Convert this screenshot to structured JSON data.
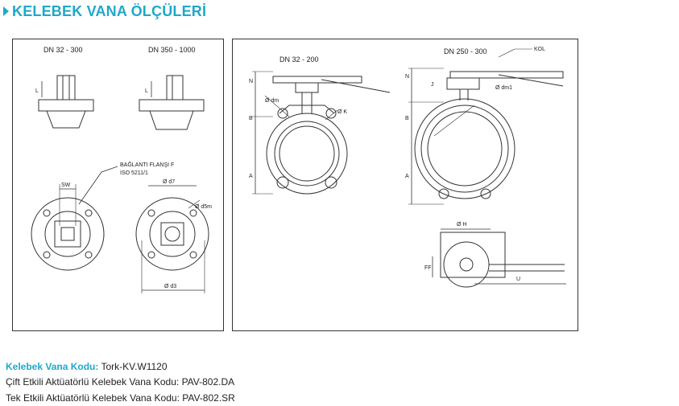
{
  "title": "KELEBEK VANA ÖLÇÜLERİ",
  "colors": {
    "accent": "#1fa8c9",
    "line": "#333333"
  },
  "left_panel": {
    "dn_small": "DN 32 - 300",
    "dn_large": "DN 350 - 1000",
    "dim_l": "L",
    "flange_label": "BAĞLANTI FLANŞI F",
    "flange_std": "ISO 5211/1",
    "sw": "SW",
    "d7": "Ø d7",
    "d5": "Ø d5m",
    "d3": "Ø d3"
  },
  "right_panel": {
    "dn_small": "DN 32 - 200",
    "dn_large": "DN 250 - 300",
    "kol": "KOL",
    "n": "N",
    "j": "J",
    "b": "B",
    "a": "A",
    "dm": "Ø dm",
    "dm1": "Ø dm1",
    "k": "Ø K",
    "h": "Ø H",
    "ff": "FF",
    "u": "U"
  },
  "codes": [
    {
      "key": "Kelebek Vana Kodu:",
      "value": " Tork-KV.W1120"
    },
    {
      "key": "Çift Etkili Aktüatörlü Kelebek Vana Kodu:",
      "value": " PAV-802.DA"
    },
    {
      "key": "Tek Etkili Aktüatörlü Kelebek Vana Kodu:",
      "value": " PAV-802.SR"
    }
  ]
}
